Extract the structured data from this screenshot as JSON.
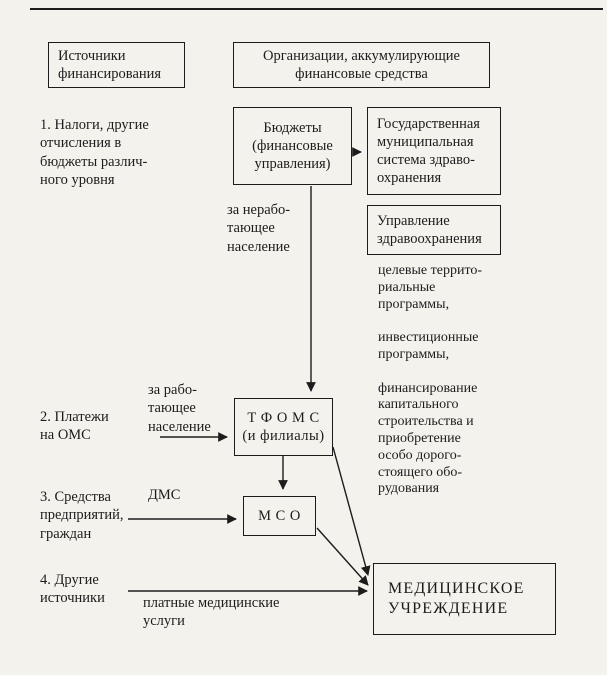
{
  "headers": {
    "sources": "Источники\nфинансирования",
    "organizations": "Организации, аккумулирующие\nфинансовые средства"
  },
  "boxes": {
    "budgets": "Бюджеты\n(финансовые\nуправления)",
    "state_system": "Государственная\nмуниципальная\nсистема здраво-\nохранения",
    "health_department": "Управление\nздравоохранения",
    "tfoms": "Т Ф О М С\n(и филиалы)",
    "mso": "М С О",
    "medical_institution": "МЕДИЦИНСКОЕ\nУЧРЕЖДЕНИЕ"
  },
  "sources": {
    "item1": "1. Налоги, другие\nотчисления в\nбюджеты различ-\nного уровня",
    "item2": "2. Платежи\nна ОМС",
    "item3": "3. Средства\nпредприятий,\nграждан",
    "item4": "4. Другие\nисточники"
  },
  "labels": {
    "nonworking": "за нерабо-\nтающее\nнаселение",
    "working": "за рабо-\nтающее\nнаселение",
    "dms": "ДМС",
    "paid_services": "платные медицинские\nуслуги",
    "programs": "целевые террито-\nриальные\nпрограммы,\n\nинвестиционные\nпрограммы,\n\nфинансирование\nкапитального\nстроительства и\nприобретение\nособо дорого-\nстоящего обо-\nрудования"
  },
  "colors": {
    "paper": "#f4f2ed",
    "ink": "#1c1c1c"
  }
}
